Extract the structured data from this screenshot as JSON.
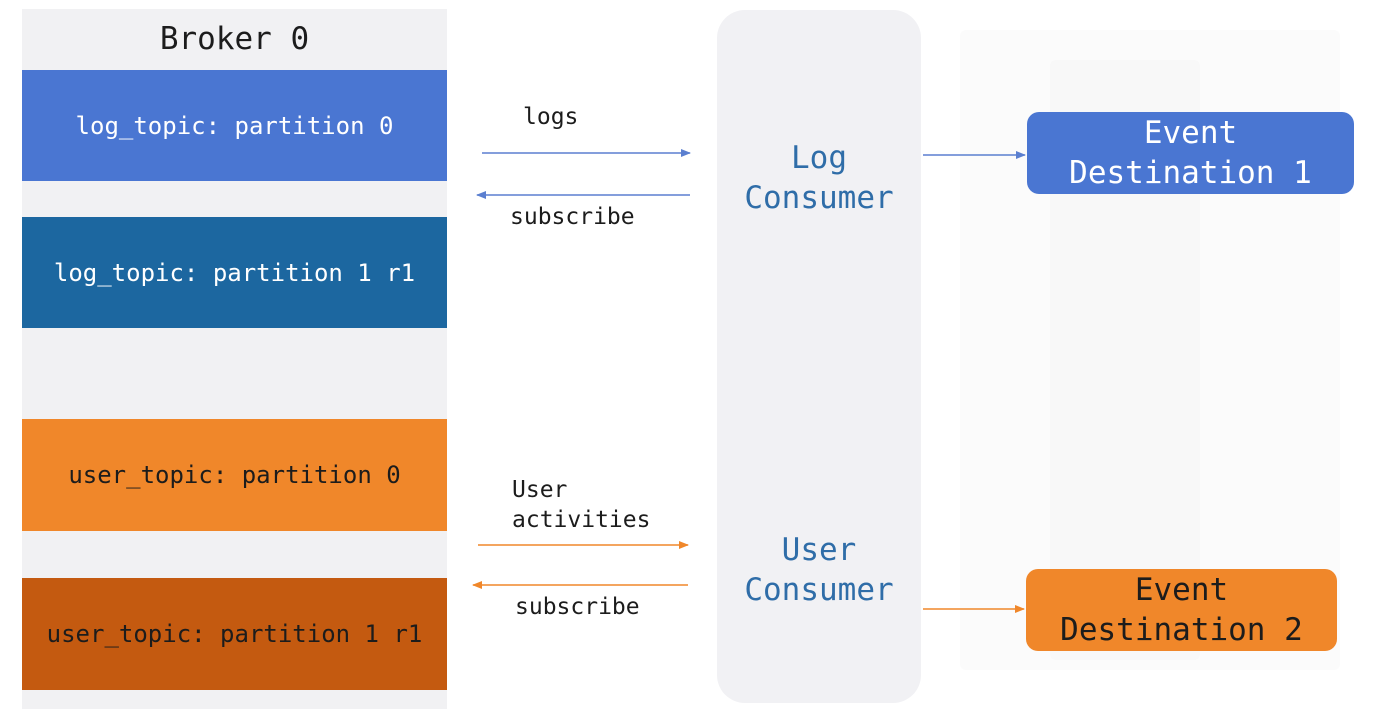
{
  "broker": {
    "title": "Broker 0",
    "partitions": [
      {
        "label": "log_topic: partition 0"
      },
      {
        "label": "log_topic: partition 1 r1"
      },
      {
        "label": "user_topic: partition 0"
      },
      {
        "label": "user_topic: partition 1 r1"
      }
    ]
  },
  "consumers": {
    "log": {
      "label": "Log Consumer"
    },
    "user": {
      "label": "User Consumer"
    }
  },
  "flows": {
    "log_in": "logs",
    "log_subscribe": "subscribe",
    "user_in": "User activities",
    "user_subscribe": "subscribe"
  },
  "destinations": [
    {
      "label": "Event Destination 1"
    },
    {
      "label": "Event Destination 2"
    }
  ],
  "colors": {
    "log_arrow": "#5b7fd0",
    "user_arrow": "#f0872a",
    "consumer_text": "#2f6da8"
  }
}
